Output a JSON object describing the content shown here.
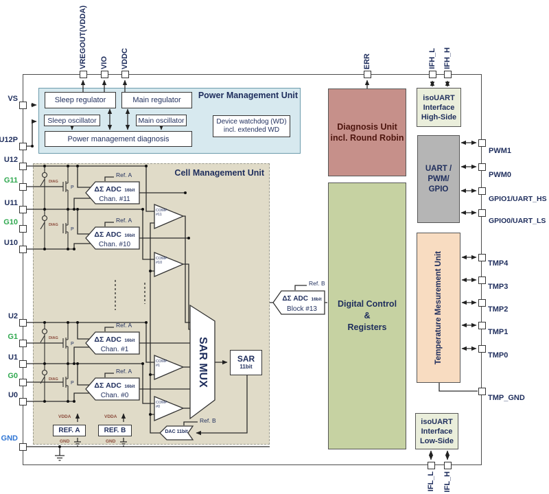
{
  "colors": {
    "navy_text": "#1e2d5c",
    "green_pin": "#2fa84f",
    "blue_pin": "#2e75d4",
    "maroon_text": "#4d150e",
    "pmu_bg": "#d7e9ef",
    "cmu_bg": "#e0dbc8",
    "diagnosis_bg": "#c6908a",
    "digital_bg": "#c6d2a2",
    "isouart_bg": "#eaeedb",
    "uart_bg": "#b5b5b5",
    "temperature_bg": "#f8dcc1",
    "wire": "#2a2a2a"
  },
  "pins": {
    "vregout": "VREGOUT(VDDA)",
    "vio": "VIO",
    "vddc": "VDDC",
    "err": "ERR",
    "ifh_l": "IFH_L",
    "ifh_h": "IFH_H",
    "vs": "VS",
    "u12p": "U12P",
    "u12": "U12",
    "g11": "G11",
    "u11": "U11",
    "g10": "G10",
    "u10": "U10",
    "u2": "U2",
    "g1": "G1",
    "u1": "U1",
    "g0": "G0",
    "u0": "U0",
    "gnd": "GND",
    "pwm1": "PWM1",
    "pwm0": "PWM0",
    "gpio1": "GPIO1/UART_HS",
    "gpio0": "GPIO0/UART_LS",
    "tmp4": "TMP4",
    "tmp3": "TMP3",
    "tmp2": "TMP2",
    "tmp1": "TMP1",
    "tmp0": "TMP0",
    "tmp_gnd": "TMP_GND",
    "ifl_l": "IFL_L",
    "ifl_h": "IFL_H"
  },
  "pmu": {
    "title": "Power Management Unit",
    "sleep_regulator": "Sleep regulator",
    "main_regulator": "Main regulator",
    "sleep_oscillator": "Sleep oscillator",
    "main_oscillator": "Main oscillator",
    "pm_diagnosis": "Power management diagnosis",
    "watchdog_line1": "Device watchdog (WD)",
    "watchdog_line2": "incl. extended WD"
  },
  "cmu": {
    "title": "Cell Management Unit",
    "adc_title": "ΔΣ ADC",
    "adc_bits": "16bit",
    "chan11": "Chan. #11",
    "chan10": "Chan. #10",
    "chan1": "Chan. #1",
    "chan0": "Chan. #0",
    "ref_a_label": "Ref. A",
    "ref_b_label": "Ref. B",
    "comp": "COMP",
    "comp11": "#11",
    "comp10": "#10",
    "comp1": "#1",
    "comp0": "#0",
    "sar_mux": "SAR MUX",
    "sar": "SAR",
    "sar_bits": "11bit",
    "dac": "DAC 11bit",
    "ref_a_box": "REF. A",
    "ref_b_box": "REF. B",
    "vdda": "VDDA",
    "gnd": "GND",
    "diag": "DIAG",
    "p": "P"
  },
  "adc13": {
    "title": "ΔΣ ADC",
    "bits": "16bit",
    "block": "Block #13",
    "ref": "Ref. B"
  },
  "diagnosis": {
    "line1": "Diagnosis Unit",
    "line2": "incl. Round Robin"
  },
  "digital": {
    "line1": "Digital Control",
    "line2": "&",
    "line3": "Registers"
  },
  "iso_hs": {
    "line1": "isoUART",
    "line2": "Interface",
    "line3": "High-Side"
  },
  "uart": {
    "line1": "UART /",
    "line2": "PWM/",
    "line3": "GPIO"
  },
  "temperature": {
    "label": "Temperature Mesurement Unit"
  },
  "iso_ls": {
    "line1": "isoUART",
    "line2": "Interface",
    "line3": "Low-Side"
  }
}
